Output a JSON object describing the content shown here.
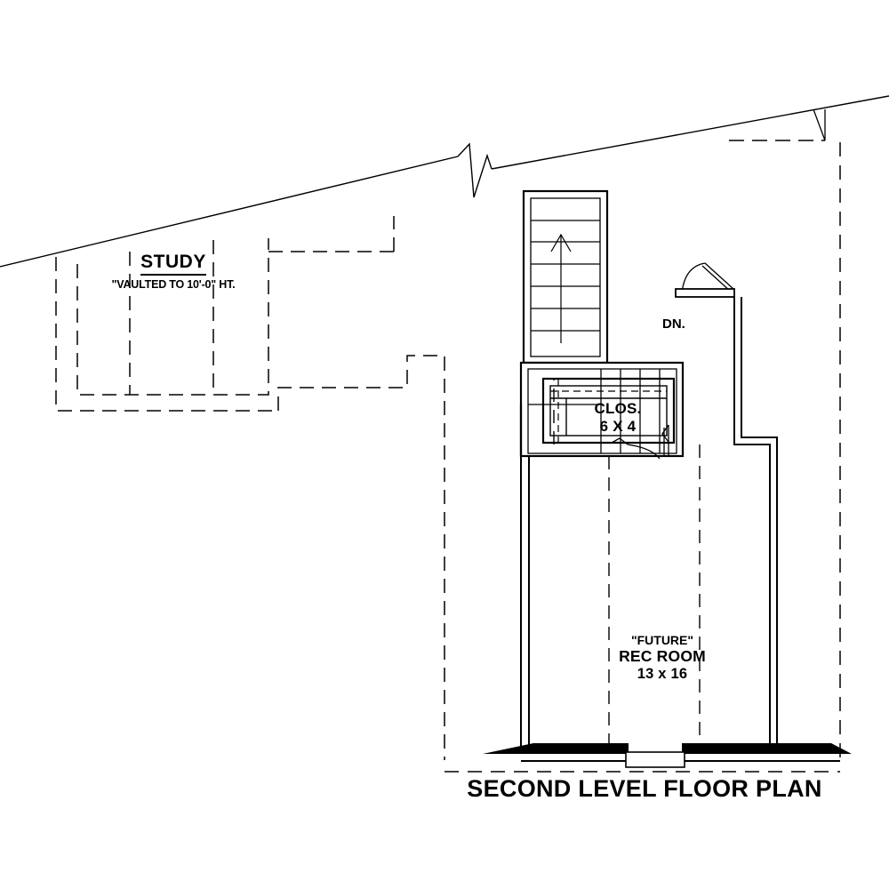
{
  "drawing": {
    "title": "SECOND LEVEL FLOOR PLAN",
    "type": "architectural-floor-plan",
    "background_color": "#ffffff",
    "line_color": "#000000"
  },
  "rooms": [
    {
      "key": "study",
      "name": "STUDY",
      "note": "\"VAULTED TO 10'-0\" HT.",
      "dimension": "",
      "outline_style": "dashed"
    },
    {
      "key": "closet",
      "name": "CLOS.",
      "note": "",
      "dimension": "6 X 4",
      "outline_style": "solid"
    },
    {
      "key": "rec_room",
      "name": "REC ROOM",
      "note": "\"FUTURE\"",
      "dimension": "13 x 16",
      "outline_style": "solid"
    }
  ],
  "annotations": [
    {
      "key": "stair_down",
      "text": "DN."
    }
  ],
  "labels": {
    "study_name": "STUDY",
    "study_note": "\"VAULTED TO 10'-0\" HT.",
    "stair_dn": "DN.",
    "closet_name": "CLOS.",
    "closet_dim": "6 X 4",
    "rec_future": "\"FUTURE\"",
    "rec_name": "REC ROOM",
    "rec_dim": "13 x 16",
    "plan_title": "SECOND LEVEL FLOOR PLAN"
  },
  "symbols": [
    {
      "key": "stair-up-arrow",
      "name": "up-arrow-icon",
      "meaning": "stairs rise direction"
    },
    {
      "key": "break-line",
      "name": "break-line-icon",
      "meaning": "drawing break in roof line"
    },
    {
      "key": "door-swing-upper",
      "name": "door-swing-icon",
      "meaning": "hinged door at stair landing"
    },
    {
      "key": "door-swing-closet-right",
      "name": "door-swing-icon",
      "meaning": "closet door right"
    },
    {
      "key": "door-swing-closet-bottom",
      "name": "door-swing-icon",
      "meaning": "closet door bottom"
    }
  ],
  "colors": {
    "ink": "#000000",
    "paper": "#ffffff",
    "fill_solid": "#000000"
  }
}
